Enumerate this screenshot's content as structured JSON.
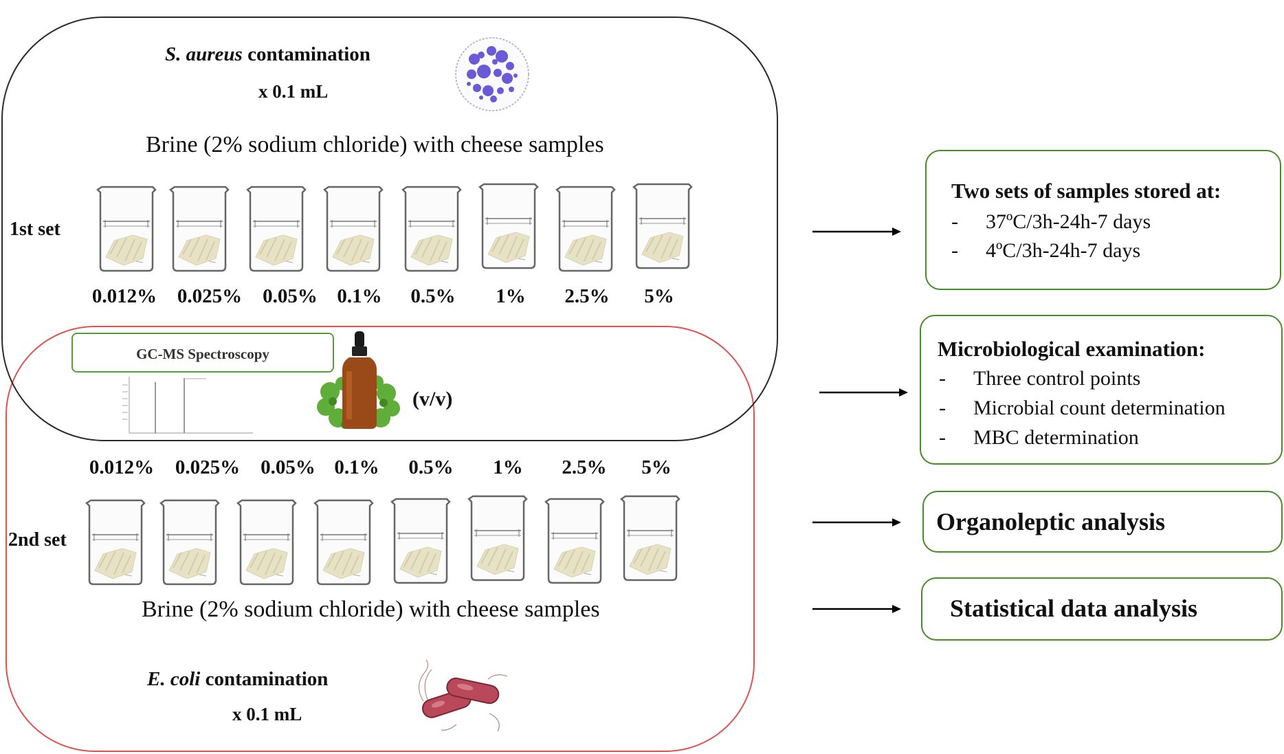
{
  "top": {
    "title_italic": "S. aureus",
    "title_rest": " contamination",
    "volume": "x  0.1 mL",
    "brine": "Brine (2% sodium chloride)  with cheese  samples",
    "set_label": "1st set",
    "concentrations": [
      "0.012%",
      "0.025%",
      "0.05%",
      "0.1%",
      "0.5%",
      "1%",
      "2.5%",
      "5%"
    ]
  },
  "middle": {
    "gcms_label": "GC-MS Spectroscopy",
    "unit": "(v/v)"
  },
  "bottom": {
    "concentrations": [
      "0.012%",
      "0.025%",
      "0.05%",
      "0.1%",
      "0.5%",
      "1%",
      "2.5%",
      "5%"
    ],
    "set_label": "2nd set",
    "brine": "Brine (2% sodium chloride)  with cheese  samples",
    "title_italic": "E. coli",
    "title_rest": " contamination",
    "volume": "x  0.1 mL"
  },
  "boxes": {
    "storage": {
      "heading": "Two sets of samples stored at:",
      "items": [
        "37ºC/3h-24h-7  days",
        "4ºC/3h-24h-7  days"
      ]
    },
    "micro": {
      "heading": "Microbiological examination:",
      "items": [
        "Three control points",
        "Microbial  count determination",
        "MBC determination"
      ]
    },
    "organoleptic": "Organoleptic analysis",
    "statistical": "Statistical data analysis"
  },
  "icons": {
    "colony": "bacteria-colony-icon",
    "oil": "essential-oil-bottle-icon",
    "ecoli": "ecoli-bacteria-icon",
    "beaker": "beaker-icon",
    "arrow": "arrow-right-icon"
  },
  "colors": {
    "frame_top": "#2a2a2a",
    "frame_bottom": "#e0524f",
    "box_border": "#4a8a2a",
    "colony": "#6a5ad8",
    "bacteria": "#b8485a"
  }
}
